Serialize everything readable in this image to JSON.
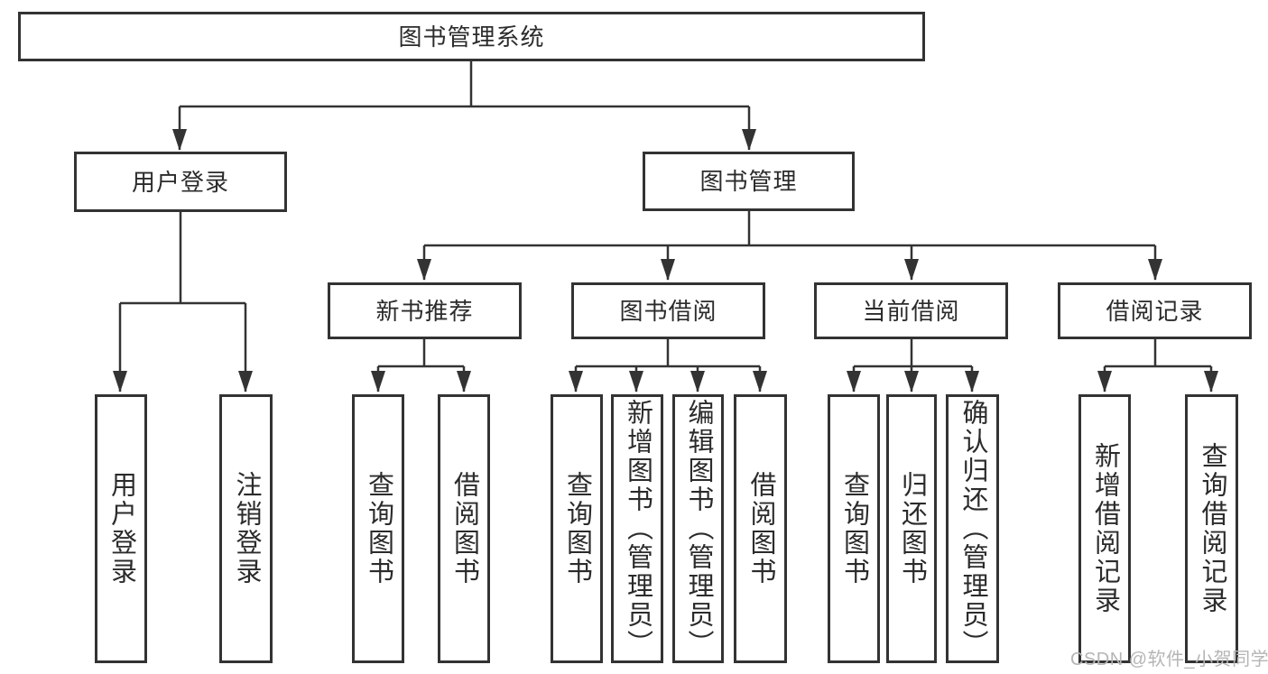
{
  "tree": {
    "label": "图书管理系统",
    "children": [
      {
        "label": "用户登录",
        "children": [
          {
            "label": "用户登录"
          },
          {
            "label": "注销登录"
          }
        ]
      },
      {
        "label": "图书管理",
        "children": [
          {
            "label": "新书推荐",
            "children": [
              {
                "label": "查询图书"
              },
              {
                "label": "借阅图书"
              }
            ]
          },
          {
            "label": "图书借阅",
            "children": [
              {
                "label": "查询图书"
              },
              {
                "label": "新增图书（管理员）"
              },
              {
                "label": "编辑图书（管理员）"
              },
              {
                "label": "借阅图书"
              }
            ]
          },
          {
            "label": "当前借阅",
            "children": [
              {
                "label": "查询图书"
              },
              {
                "label": "归还图书"
              },
              {
                "label": "确认归还（管理员）"
              }
            ]
          },
          {
            "label": "借阅记录",
            "children": [
              {
                "label": "新增借阅记录"
              },
              {
                "label": "查询借阅记录"
              }
            ]
          }
        ]
      }
    ]
  },
  "watermark": {
    "text": "CSDN @软件_小贺同学"
  },
  "colors": {
    "line": "#333333",
    "box_border": "#333333",
    "text": "#2b2b2b",
    "background": "#ffffff",
    "watermark": "#b5b5b5"
  }
}
